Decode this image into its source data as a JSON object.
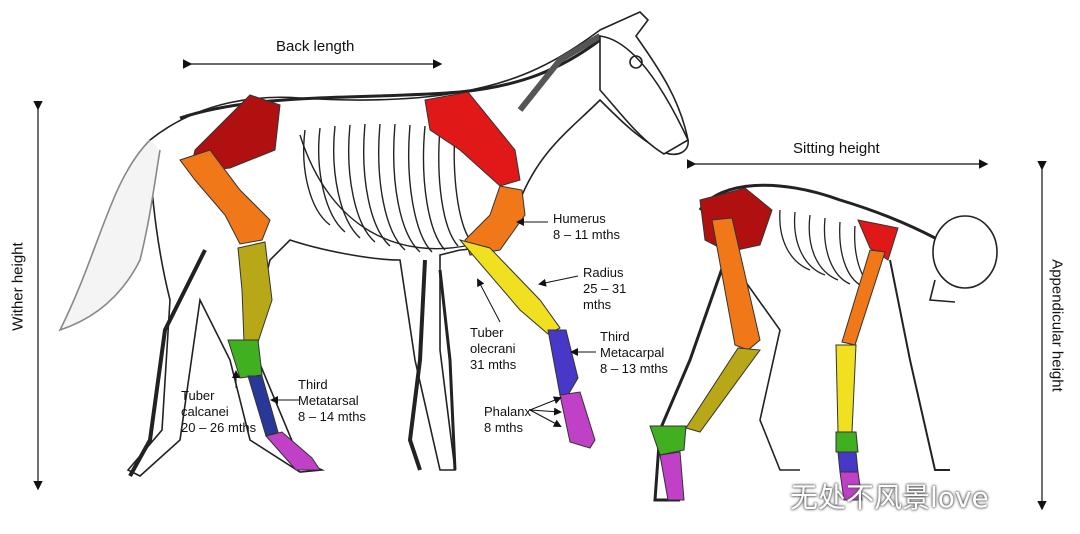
{
  "dimensions": {
    "back_length": "Back length",
    "wither_height": "Wither height",
    "sitting_height": "Sitting height",
    "appendicular_height": "Appendicular height"
  },
  "bones": {
    "humerus": {
      "name": "Humerus",
      "age": "8 – 11 mths"
    },
    "radius": {
      "name": "Radius",
      "age1": "25 – 31",
      "age2": "mths"
    },
    "tuber_olecrani": {
      "name1": "Tuber",
      "name2": "olecrani",
      "age": "31 mths"
    },
    "third_metacarpal": {
      "name1": "Third",
      "name2": "Metacarpal",
      "age": "8 – 13 mths"
    },
    "phalanx": {
      "name": "Phalanx",
      "age": "8 mths"
    },
    "tuber_calcanei": {
      "name1": "Tuber",
      "name2": "calcanei",
      "age": "20 – 26 mths"
    },
    "third_metatarsal": {
      "name1": "Third",
      "name2": "Metatarsal",
      "age": "8 – 14 mths"
    }
  },
  "colors": {
    "pelvis": "#b01010",
    "scapula": "#e01818",
    "femur": "#f07818",
    "humerus": "#f07818",
    "tibia": "#b8a818",
    "radius": "#f0e020",
    "tarsus": "#40b020",
    "metatarsal": "#283898",
    "metacarpal": "#4838c8",
    "phalanx": "#c040c8"
  },
  "watermark": "无处不风景love"
}
